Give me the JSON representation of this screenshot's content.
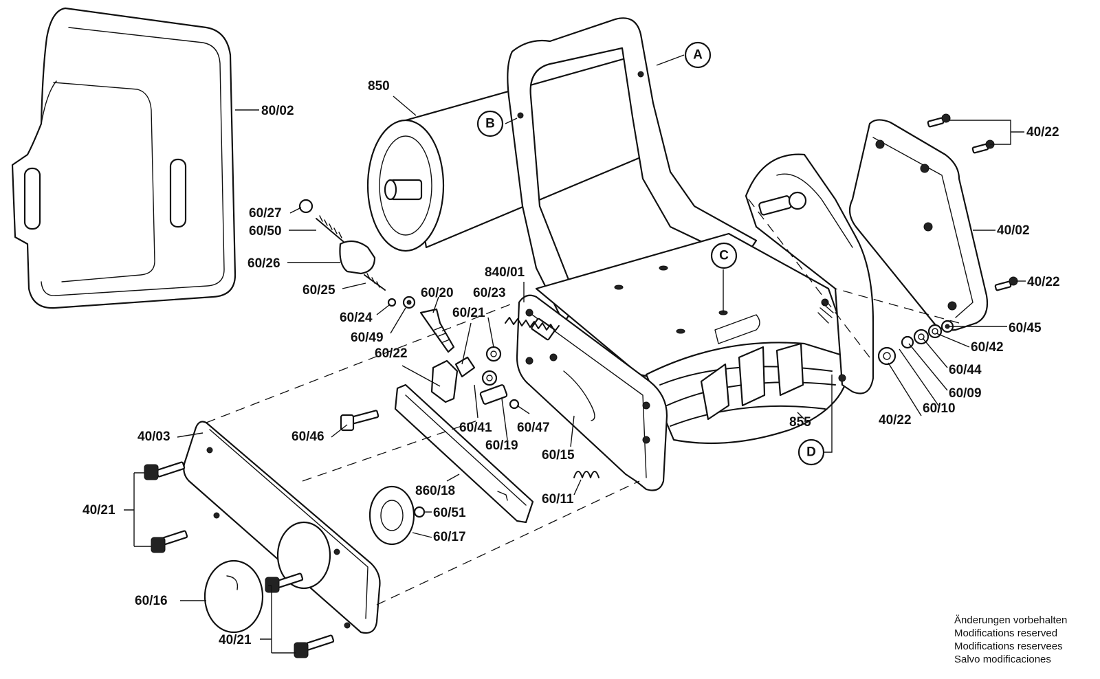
{
  "labels": {
    "p80_02": "80/02",
    "p850": "850",
    "pA": "A",
    "pB": "B",
    "pC": "C",
    "pD": "D",
    "p40_22_top": "40/22",
    "p40_02": "40/02",
    "p40_22_mid": "40/22",
    "p60_45": "60/45",
    "p60_42": "60/42",
    "p60_44": "60/44",
    "p60_09": "60/09",
    "p60_10": "60/10",
    "p40_22_low": "40/22",
    "p855": "855",
    "p60_27": "60/27",
    "p60_50": "60/50",
    "p60_26": "60/26",
    "p60_25": "60/25",
    "p60_24": "60/24",
    "p60_49": "60/49",
    "p60_20": "60/20",
    "p60_23": "60/23",
    "p840_01": "840/01",
    "p60_21": "60/21",
    "p60_22": "60/22",
    "p60_41": "60/41",
    "p60_19": "60/19",
    "p60_47": "60/47",
    "p60_15": "60/15",
    "p60_11": "60/11",
    "p60_46": "60/46",
    "p860_18": "860/18",
    "p60_51": "60/51",
    "p60_17": "60/17",
    "p40_03": "40/03",
    "p40_21_a": "40/21",
    "p60_16": "60/16",
    "p40_21_b": "40/21"
  },
  "note": {
    "line1": "Änderungen vorbehalten",
    "line2": "Modifications reserved",
    "line3": "Modifications reservees",
    "line4": "Salvo modificaciones"
  }
}
